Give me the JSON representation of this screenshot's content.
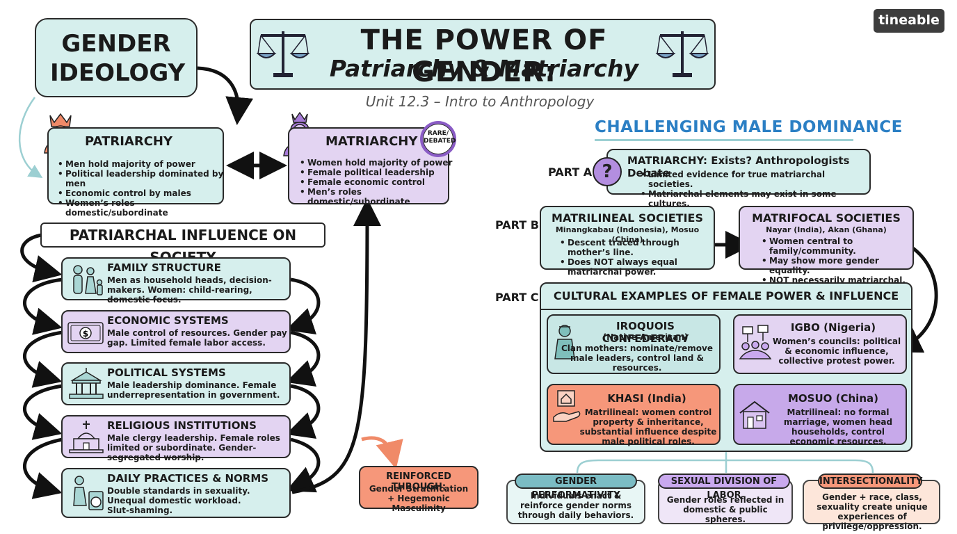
{
  "brand": {
    "logo_text": "tineable"
  },
  "header": {
    "title": "THE POWER OF GENDER:",
    "subtitle": "Patriarchy & Matriarchy",
    "unit": "Unit 12.3 – Intro to Anthropology"
  },
  "gender_ideology": {
    "label": "GENDER IDEOLOGY"
  },
  "patriarchy": {
    "title": "PATRIARCHY",
    "bullets": [
      "Men hold majority of power",
      "Political leadership dominated by men",
      "Economic control by males",
      "Women’s roles domestic/subordinate"
    ]
  },
  "matriarchy": {
    "title": "MATRIARCHY",
    "badge": "RARE/ DEBATED",
    "bullets": [
      "Women hold majority of power",
      "Female political leadership",
      "Female economic control",
      "Men’s roles domestic/subordinate"
    ]
  },
  "influence": {
    "heading": "PATRIARCHAL INFLUENCE ON SOCIETY",
    "items": [
      {
        "title": "FAMILY STRUCTURE",
        "text": "Men as household heads, decision-makers. Women: child-rearing, domestic focus.",
        "icon": "family-icon"
      },
      {
        "title": "ECONOMIC SYSTEMS",
        "text": "Male control of resources. Gender pay gap. Limited female labor access.",
        "icon": "money-icon"
      },
      {
        "title": "POLITICAL SYSTEMS",
        "text": "Male leadership dominance. Female underrepresentation in government.",
        "icon": "capitol-icon"
      },
      {
        "title": "RELIGIOUS INSTITUTIONS",
        "text": "Male clergy leadership. Female roles limited or subordinate. Gender-segregated worship.",
        "icon": "church-icon"
      },
      {
        "title": "DAILY PRACTICES & NORMS",
        "text": "Double standards in sexuality. Unequal domestic workload. Slut-shaming.",
        "icon": "housework-icon"
      }
    ]
  },
  "reinforced": {
    "title": "REINFORCED THROUGH:",
    "text": "Gender Stratification + Hegemonic Masculinity"
  },
  "challenging": {
    "heading": "CHALLENGING MALE DOMINANCE",
    "part_a": {
      "label": "PART A:",
      "title": "MATRIARCHY: Exists? Anthropologists Debate",
      "bullets": [
        "Limited evidence for true matriarchal societies.",
        "Matriarchal elements may exist in some cultures."
      ]
    },
    "part_b": {
      "label": "PART B:",
      "matrilineal": {
        "title": "MATRILINEAL SOCIETIES",
        "examples": "Minangkabau (Indonesia), Mosuo (China)",
        "bullets": [
          "Descent traced through mother’s line.",
          "Does NOT always equal matriarchal power."
        ]
      },
      "matrifocal": {
        "title": "MATRIFOCAL SOCIETIES",
        "examples": "Nayar (India), Akan (Ghana)",
        "bullets": [
          "Women central to family/community.",
          "May show more gender equality.",
          "NOT necessarily matriarchal."
        ]
      }
    },
    "part_c": {
      "label": "PART C:",
      "title": "CULTURAL EXAMPLES OF FEMALE POWER & INFLUENCE",
      "examples": [
        {
          "title": "IROQUOIS CONFEDERACY",
          "sub": "(Native American)",
          "text": "Clan mothers: nominate/remove male leaders, control land & resources."
        },
        {
          "title": "IGBO (Nigeria)",
          "sub": "",
          "text": "Women’s councils: political & economic influence, collective protest power."
        },
        {
          "title": "KHASI (India)",
          "sub": "",
          "text": "Matrilineal: women control property & inheritance, substantial influence despite male political roles."
        },
        {
          "title": "MOSUO (China)",
          "sub": "",
          "text": "Matrilineal: no formal marriage, women head households, control economic resources."
        }
      ]
    },
    "concepts": [
      {
        "title": "GENDER PERFORMATIVITY",
        "text": "Individuals enact & reinforce gender norms through daily behaviors."
      },
      {
        "title": "SEXUAL DIVISION OF LABOR",
        "text": "Gender roles reflected in domestic & public spheres."
      },
      {
        "title": "INTERSECTIONALITY",
        "text": "Gender + race, class, sexuality create unique experiences of privilege/oppression."
      }
    ]
  }
}
